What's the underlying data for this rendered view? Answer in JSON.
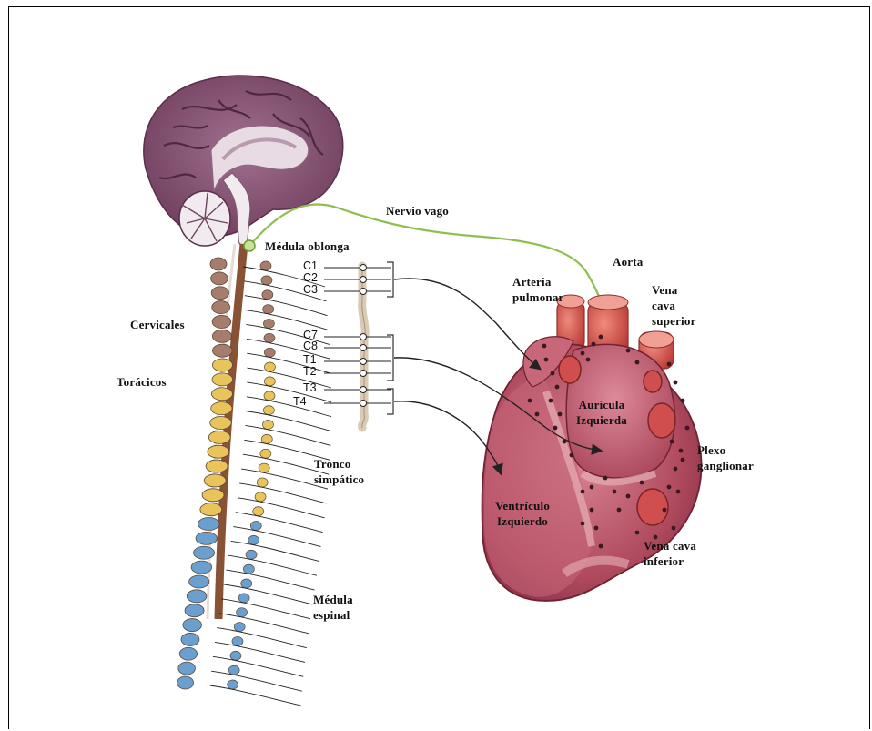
{
  "labels": {
    "nervio_vago": "Nervio vago",
    "medula_oblonga": "Médula oblonga",
    "cervicales": "Cervicales",
    "toracicos": "Torácicos",
    "tronco_simpatico": [
      "Tronco",
      "simpático"
    ],
    "medula_espinal": [
      "Médula",
      "espinal"
    ],
    "aorta": "Aorta",
    "arteria_pulmonar": [
      "Arteria",
      "pulmonar"
    ],
    "vena_cava_superior": [
      "Vena",
      "cava",
      "superior"
    ],
    "auricula_izquierda": [
      "Aurícula",
      "Izquierda"
    ],
    "plexo_ganglionar": [
      "Plexo",
      "ganglionar"
    ],
    "ventriculo_izquierdo": [
      "Ventrículo",
      "Izquierdo"
    ],
    "vena_cava_inferior": [
      "Vena cava",
      "inferior"
    ]
  },
  "segments": [
    "C1",
    "C2",
    "C3",
    "C7",
    "C8",
    "T1",
    "T2",
    "T3",
    "T4"
  ],
  "colors": {
    "brain": "#8e5a7c",
    "cervical": "#a67d6c",
    "thoracic": "#e8c45a",
    "lumbar": "#6b9fcf",
    "vagus": "#8fbf4f",
    "heart": "#b04a5e",
    "heart_light": "#d98494",
    "vessel": "#d9574f"
  }
}
